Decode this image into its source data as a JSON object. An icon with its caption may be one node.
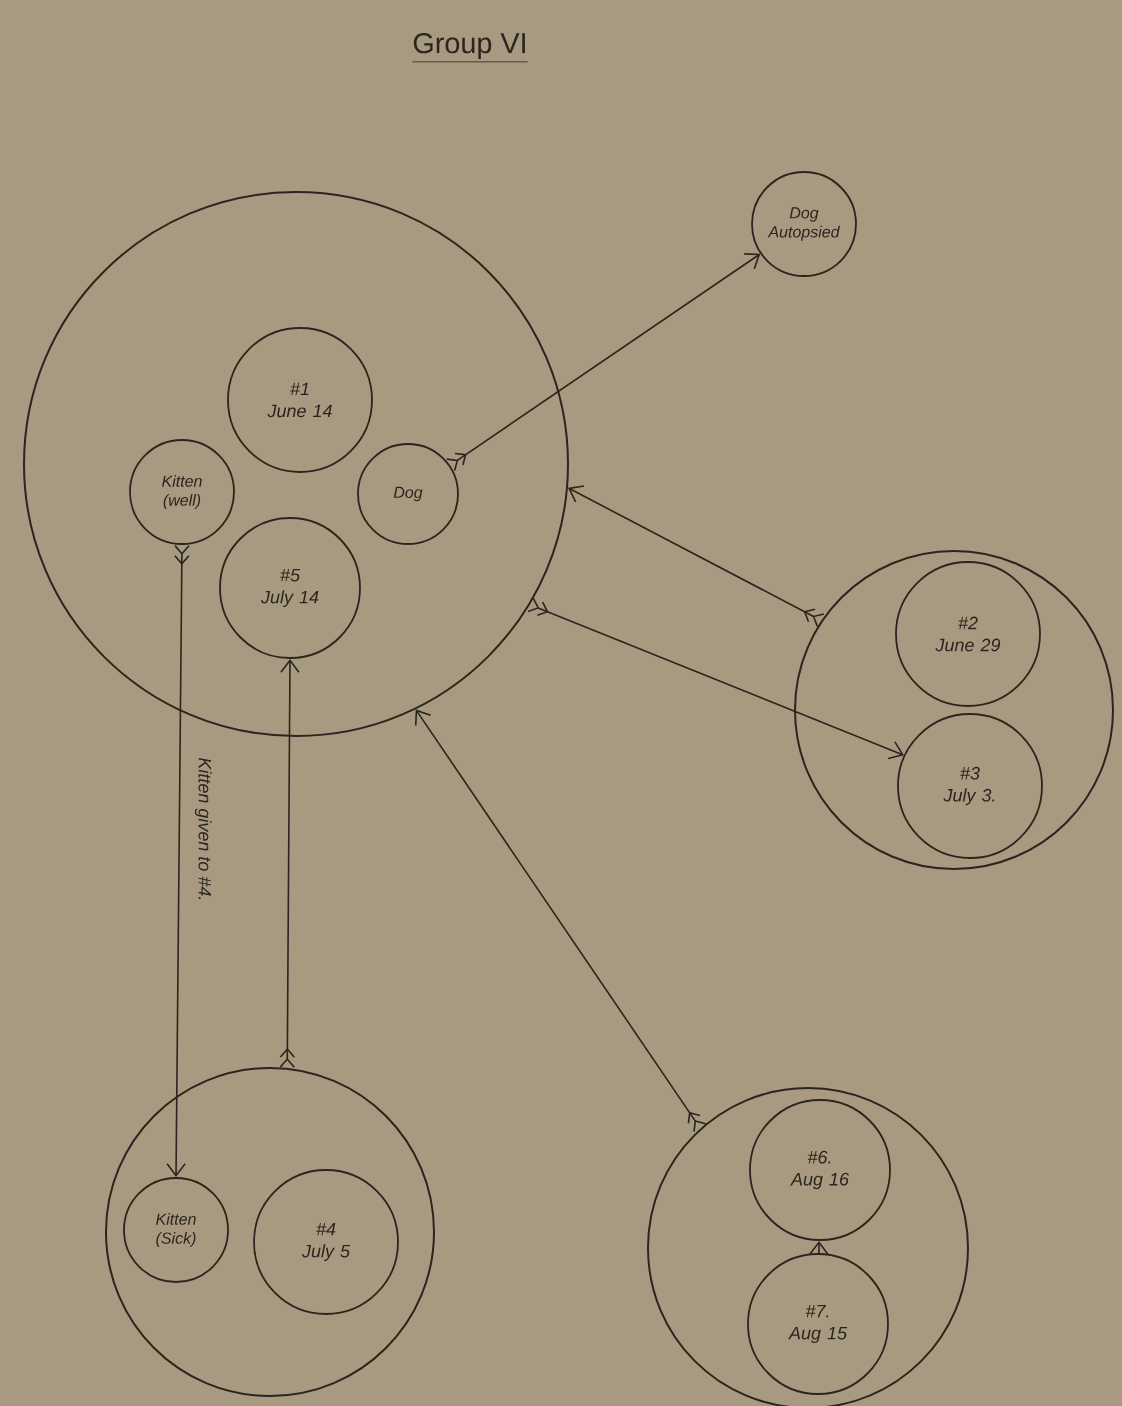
{
  "diagram": {
    "title": "Group VI",
    "nodes": [
      {
        "text": [],
        "shape": "circle"
      },
      {
        "text": [
          "#1",
          "June 14"
        ],
        "in": 0
      },
      {
        "text": [
          "Kitten (well)"
        ],
        "in": 0
      },
      {
        "text": [
          "Dog"
        ],
        "in": 0
      },
      {
        "text": [
          "#5",
          "July 14"
        ],
        "in": 0
      },
      {
        "text": [
          "Dog Autopsied"
        ]
      },
      {
        "text": [],
        "shape": "circle"
      },
      {
        "text": [
          "#2",
          "June 29"
        ],
        "in": 6
      },
      {
        "text": [
          "#3",
          "July 3."
        ],
        "in": 6
      },
      {
        "text": [],
        "shape": "circle"
      },
      {
        "text": [
          "Kitten (Sick)"
        ],
        "in": 9
      },
      {
        "text": [
          "#4",
          "July 5"
        ],
        "in": 9
      },
      {
        "text": [],
        "shape": "circle"
      },
      {
        "text": [
          "#6.",
          "Aug 16"
        ],
        "in": 12
      },
      {
        "text": [
          "#7.",
          "Aug 15"
        ],
        "in": 12
      }
    ],
    "edges": [
      {
        "from": 3,
        "to": 5,
        "arrow": "to"
      },
      {
        "from": 6,
        "to": 0,
        "arrow": "to"
      },
      {
        "from": 0,
        "to": 8,
        "arrow": "to"
      },
      {
        "from": 12,
        "to": 0,
        "arrow": "to"
      },
      {
        "from": 9,
        "to": 4,
        "arrow": "to"
      },
      {
        "from": 2,
        "to": 10,
        "arrow": "to",
        "label": "Kitten given to #4."
      },
      {
        "from": 14,
        "to": 13,
        "arrow": "to"
      }
    ]
  }
}
